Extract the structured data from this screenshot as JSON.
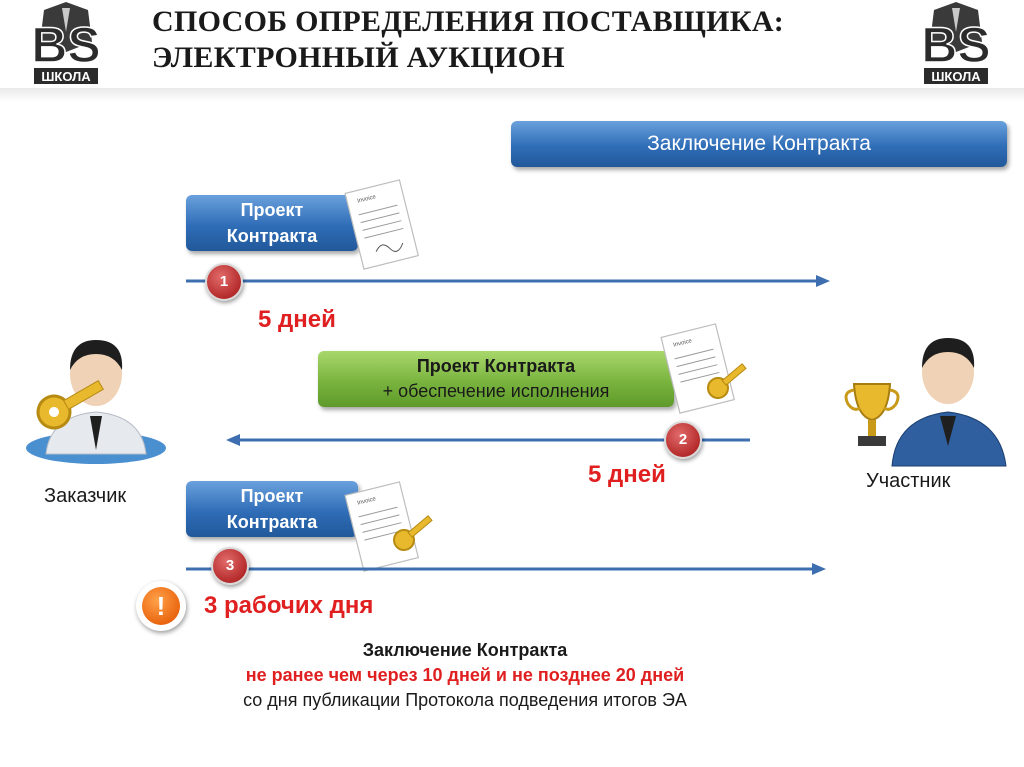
{
  "header": {
    "title_line1": "СПОСОБ ОПРЕДЕЛЕНИЯ ПОСТАВЩИКА:",
    "title_line2": "ЭЛЕКТРОННЫЙ АУКЦИОН",
    "logo_letters": "BS",
    "logo_caption": "ШКОЛА"
  },
  "banner": {
    "label": "Заключение Контракта"
  },
  "steps": [
    {
      "number": "1",
      "card_line1": "Проект",
      "card_line2": "Контракта",
      "duration": "5 дней",
      "direction": "right"
    },
    {
      "number": "2",
      "card_line1": "Проект Контракта",
      "card_line2": "+ обеспечение исполнения",
      "duration": "5 дней",
      "direction": "left"
    },
    {
      "number": "3",
      "card_line1": "Проект",
      "card_line2": "Контракта",
      "duration": "3 рабочих дня",
      "direction": "right"
    }
  ],
  "document_caption": "Invoice",
  "warning_symbol": "!",
  "parties": {
    "customer": "Заказчик",
    "participant": "Участник"
  },
  "footer": {
    "line1": "Заключение Контракта",
    "line2": "не ранее чем через 10 дней и не позднее 20 дней",
    "line3": "со дня публикации Протокола подведения итогов ЭА"
  },
  "colors": {
    "blue_button": "#2f6db7",
    "green_button": "#7ab43f",
    "arrow": "#3d6fb0",
    "accent_red": "#e02020"
  }
}
